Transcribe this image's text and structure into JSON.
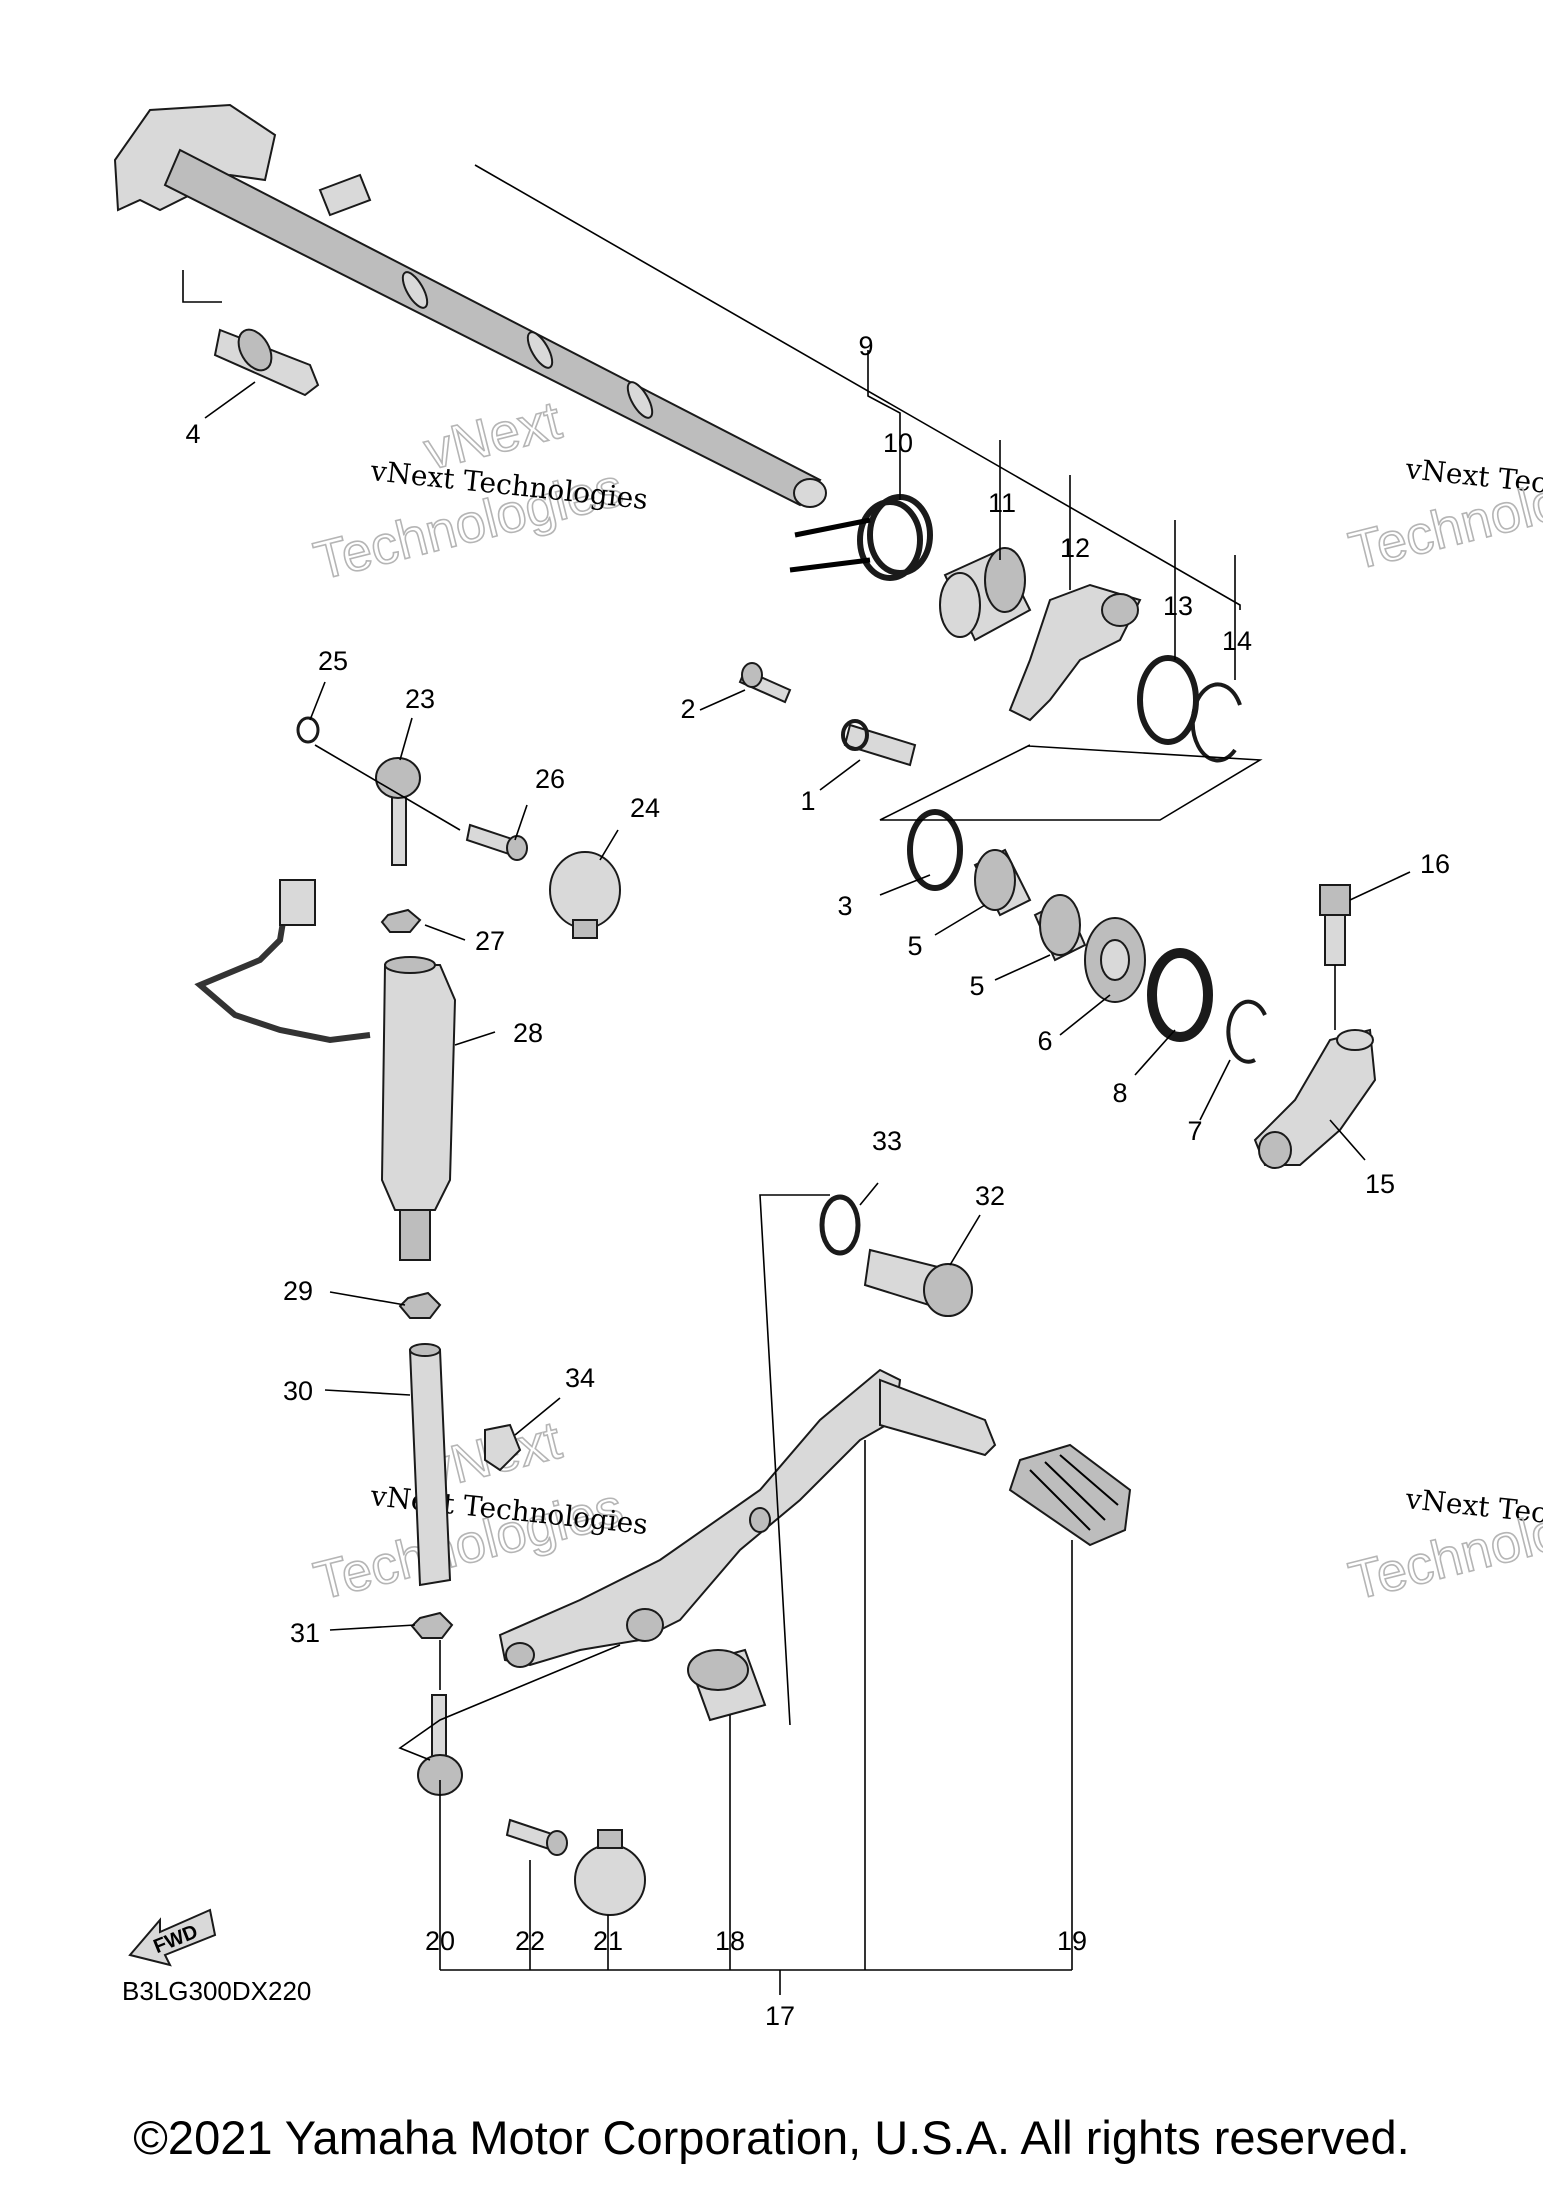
{
  "watermarks": {
    "line1": "vNext Technologies",
    "line2": "vNext",
    "line3": "Technologies",
    "line_right": "vNext Tec",
    "line_right_big": "Technolo"
  },
  "callouts": [
    "1",
    "2",
    "3",
    "4",
    "5",
    "5",
    "6",
    "7",
    "8",
    "9",
    "10",
    "11",
    "12",
    "13",
    "14",
    "15",
    "16",
    "17",
    "18",
    "19",
    "20",
    "21",
    "22",
    "23",
    "24",
    "25",
    "26",
    "27",
    "28",
    "29",
    "30",
    "31",
    "32",
    "33",
    "34"
  ],
  "fwd_label": "FWD",
  "part_code": "B3LG300DX220",
  "copyright": "©2021 Yamaha Motor Corporation, U.S.A. All rights reserved."
}
